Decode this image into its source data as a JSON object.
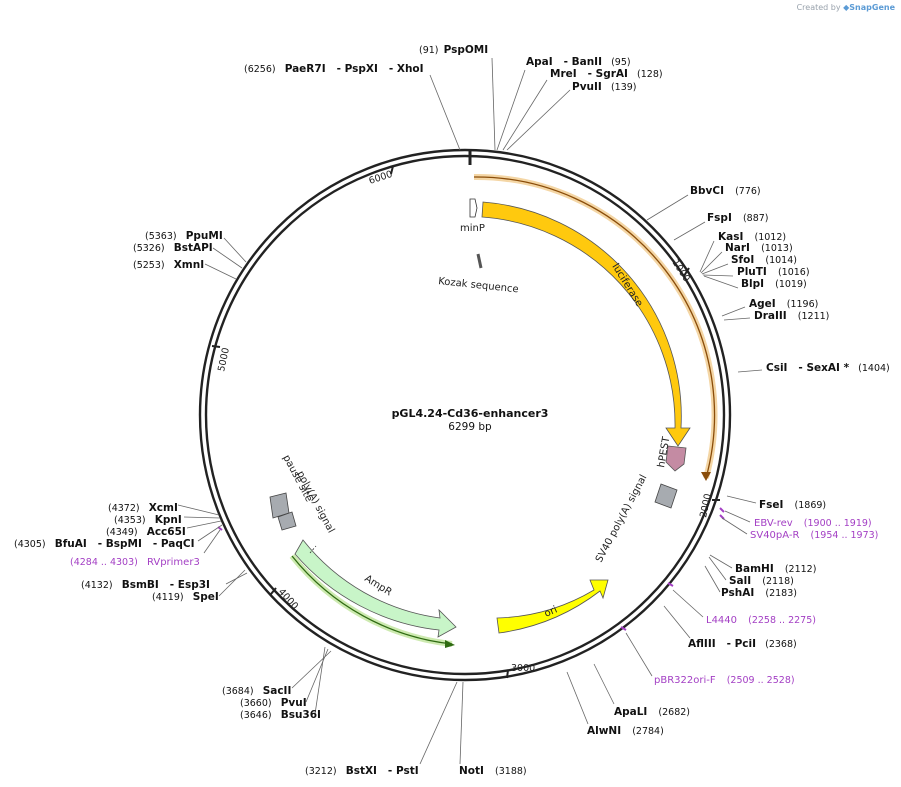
{
  "credit": {
    "prefix": "Created by",
    "brand": "SnapGene"
  },
  "plasmid": {
    "name": "pGL4.24-Cd36-enhancer3",
    "size_label": "6299 bp"
  },
  "ticks": [
    "1000",
    "2000",
    "3000",
    "4000",
    "5000",
    "6000"
  ],
  "features": {
    "minP": "minP",
    "kozak": "Kozak sequence",
    "luciferase": "luciferase",
    "hPEST": "hPEST",
    "sv40": "SV40 poly(A) signal",
    "ori": "ori",
    "ampr": "AmpR",
    "polya": "poly(A) signal",
    "pause": "pause site"
  },
  "enzymes": [
    {
      "name": "PspOMI",
      "pos": "(91)"
    },
    {
      "name": "ApaI   - BanII",
      "pos": "(95)"
    },
    {
      "name": "MreI   - SgrAI",
      "pos": "(128)"
    },
    {
      "name": "PvuII",
      "pos": "(139)"
    },
    {
      "name": "BbvCI",
      "pos": "(776)"
    },
    {
      "name": "FspI",
      "pos": "(887)"
    },
    {
      "name": "KasI",
      "pos": "(1012)"
    },
    {
      "name": "NarI",
      "pos": "(1013)"
    },
    {
      "name": "SfoI",
      "pos": "(1014)"
    },
    {
      "name": "PluTI",
      "pos": "(1016)"
    },
    {
      "name": "BlpI",
      "pos": "(1019)"
    },
    {
      "name": "AgeI",
      "pos": "(1196)"
    },
    {
      "name": "DraIII",
      "pos": "(1211)"
    },
    {
      "name": "CsiI   - SexAI *",
      "pos": "(1404)"
    },
    {
      "name": "FseI",
      "pos": "(1869)"
    },
    {
      "name": "BamHI",
      "pos": "(2112)"
    },
    {
      "name": "SalI",
      "pos": "(2118)"
    },
    {
      "name": "PshAI",
      "pos": "(2183)"
    },
    {
      "name": "AflIII   - PciI",
      "pos": "(2368)"
    },
    {
      "name": "ApaLI",
      "pos": "(2682)"
    },
    {
      "name": "AlwNI",
      "pos": "(2784)"
    },
    {
      "name": "NotI",
      "pos": "(3188)"
    },
    {
      "name": "BstXI   - PstI",
      "pos": "(3212)"
    },
    {
      "name": "SacII",
      "pos": "(3684)"
    },
    {
      "name": "PvuI",
      "pos": "(3660)"
    },
    {
      "name": "Bsu36I",
      "pos": "(3646)"
    },
    {
      "name": "BsmBI   - Esp3I",
      "pos": "(4132)"
    },
    {
      "name": "SpeI",
      "pos": "(4119)"
    },
    {
      "name": "BfuAI   - BspMI   - PaqCI",
      "pos": "(4305)"
    },
    {
      "name": "Acc65I",
      "pos": "(4349)"
    },
    {
      "name": "KpnI",
      "pos": "(4353)"
    },
    {
      "name": "XcmI",
      "pos": "(4372)"
    },
    {
      "name": "XmnI",
      "pos": "(5253)"
    },
    {
      "name": "BstAPI",
      "pos": "(5326)"
    },
    {
      "name": "PpuMI",
      "pos": "(5363)"
    },
    {
      "name": "PaeR7I   - PspXI   - XhoI",
      "pos": "(6256)"
    }
  ],
  "primers": [
    {
      "name": "EBV-rev",
      "pos": "(1900 .. 1919)"
    },
    {
      "name": "SV40pA-R",
      "pos": "(1954 .. 1973)"
    },
    {
      "name": "L4440",
      "pos": "(2258 .. 2275)"
    },
    {
      "name": "pBR322ori-F",
      "pos": "(2509 .. 2528)"
    },
    {
      "name": "RVprimer3",
      "pos": "(4284 .. 4303)"
    }
  ],
  "colors": {
    "luciferase": "#ffc90e",
    "ori": "#ffff00",
    "ampr": "#c8f5c8",
    "hPEST": "#c48ba3",
    "signal": "#a7abb0",
    "primer": "#a33fc4",
    "orf_orange": "#d98b1a",
    "orf_green": "#3a8a1a"
  }
}
